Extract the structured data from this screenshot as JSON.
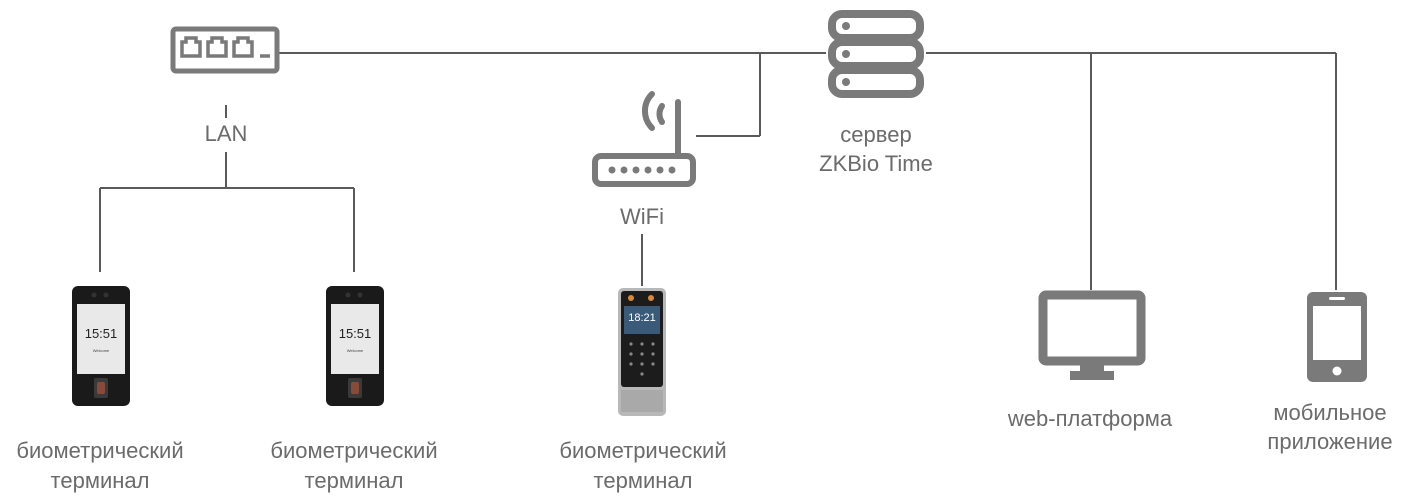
{
  "labels": {
    "lan": "LAN",
    "wifi": "WiFi",
    "server_line1": "сервер",
    "server_line2": "ZKBio Time",
    "web_platform": "web-платформа",
    "mobile_line1": "мобильное",
    "mobile_line2": "приложение",
    "terminal_line1": "биометрический",
    "terminal_line2": "терминал"
  },
  "terminals": [
    {
      "time": "15:51",
      "greeting": "Welcome"
    },
    {
      "time": "15:51",
      "greeting": "Welcome"
    },
    {
      "time": "18:21"
    }
  ],
  "colors": {
    "icon": "#7a7a7a",
    "line": "#5a5a5a",
    "text": "#6b6b6b",
    "device_dark": "#1a1a1a",
    "device_silver": "#b8b8b8"
  }
}
